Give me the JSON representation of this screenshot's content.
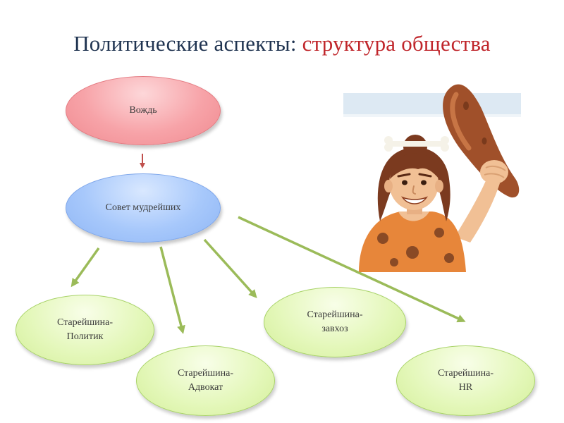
{
  "title": {
    "part1": "Политические аспекты",
    "colon": ":",
    "part2": " структура общества"
  },
  "colors": {
    "title_dark": "#1f3350",
    "title_red": "#c0262b",
    "chief_fill": "#f7a3a8",
    "council_fill": "#a7c8fb",
    "elder_fill": "#e3f7b8",
    "arrow_red": "#c0504d",
    "arrow_green": "#9bbb59"
  },
  "nodes": {
    "chief": "Вождь",
    "council": "Совет мудрейших",
    "elder_politician": "Старейшина-\nПолитик",
    "elder_advocate": "Старейшина-\nАдвокат",
    "elder_economy": "Старейшина-\nзавхоз",
    "elder_hr": "Старейшина-\nHR"
  },
  "illustration": "caveman-with-club"
}
